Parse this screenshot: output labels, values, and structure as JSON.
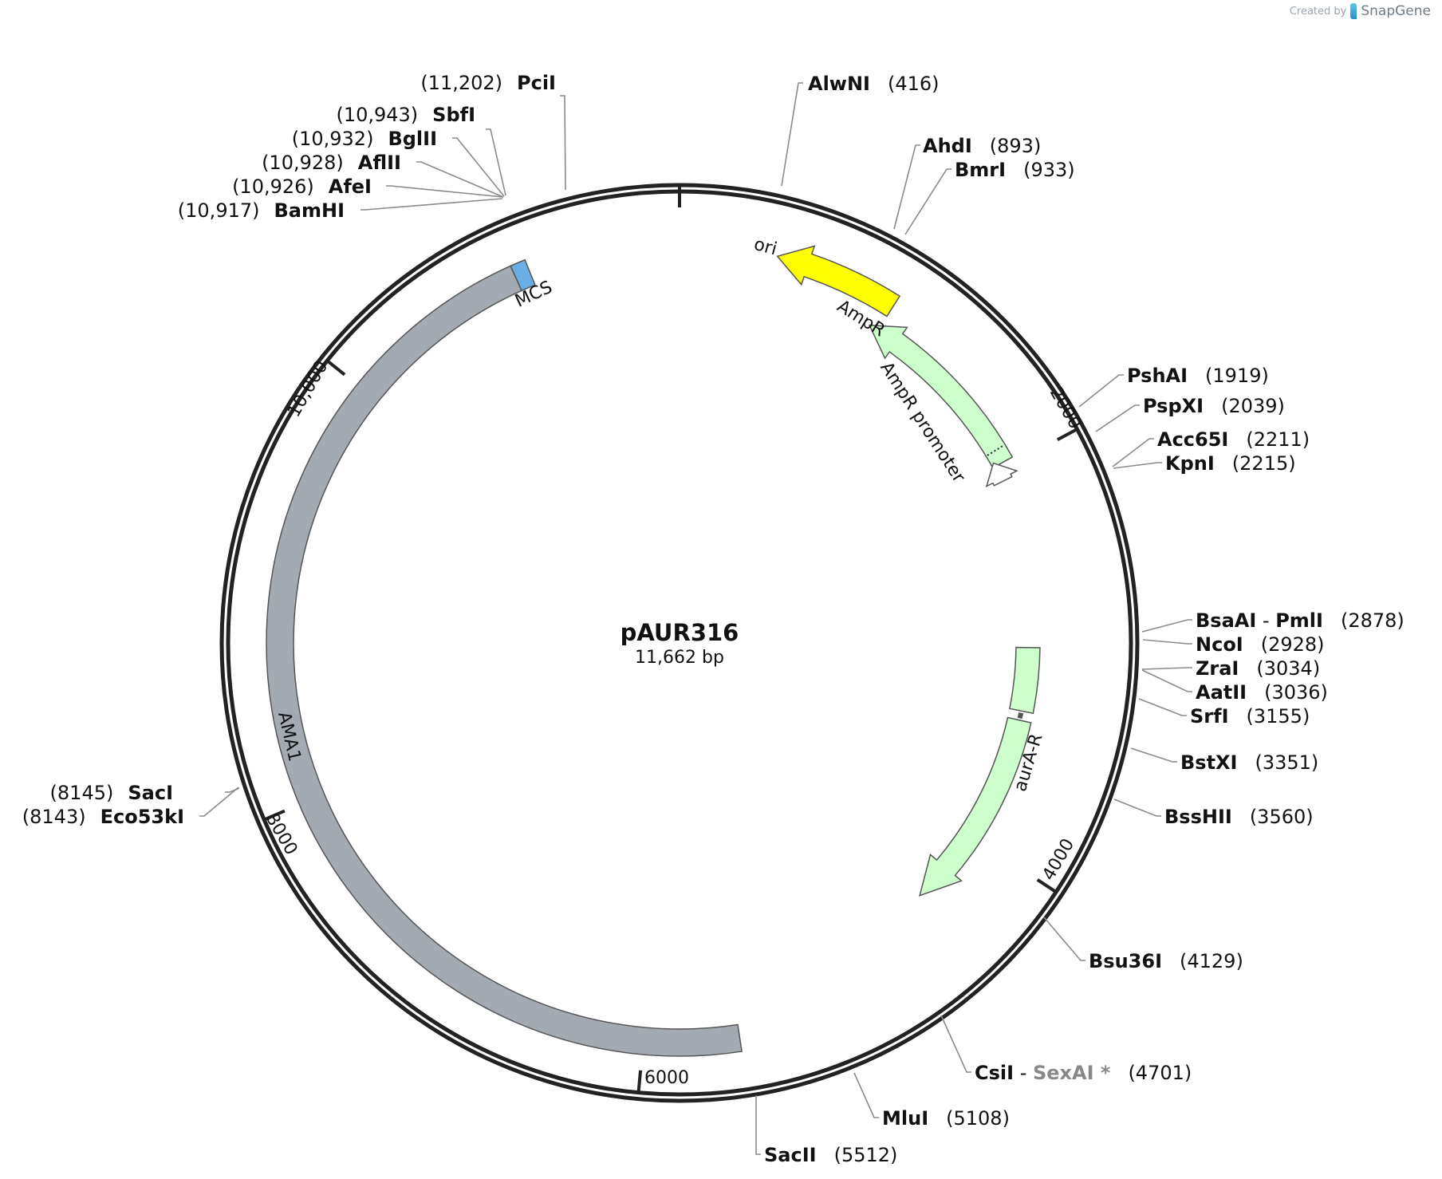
{
  "plasmid": {
    "name": "pAUR316",
    "length": "11,662 bp",
    "total_bp": 11662
  },
  "branding": {
    "created_by": "Created by",
    "product": "SnapGene",
    "logo_icon": "snapgene-logo-icon"
  },
  "colors": {
    "backbone": "#222222",
    "ori": "#ffff00",
    "ampr": "#ccffcc",
    "auraR": "#ccffcc",
    "ama1": "#a4aab2",
    "mcs": "#6aaee6",
    "connector": "#8a8a8a"
  },
  "ticks": [
    {
      "bp": 2000,
      "label": "2000"
    },
    {
      "bp": 4000,
      "label": "4000"
    },
    {
      "bp": 6000,
      "label": "6000"
    },
    {
      "bp": 8000,
      "label": "8000"
    },
    {
      "bp": 10000,
      "label": "10,000"
    }
  ],
  "features": [
    {
      "id": "ori",
      "label": "ori",
      "start": 1050,
      "end": 460,
      "strand": "-",
      "color": "#ffff00"
    },
    {
      "id": "ampr",
      "label": "AmpR",
      "start": 1970,
      "end": 1000,
      "strand": "-",
      "color": "#ccffcc"
    },
    {
      "id": "ampr-promoter",
      "label": "AmpR promoter",
      "start": 2055,
      "end": 1950,
      "strand": "-",
      "color": "#ffffff"
    },
    {
      "id": "aura-r-1",
      "label": "",
      "start": 2940,
      "end": 3280,
      "strand": "+",
      "color": "#ccffcc"
    },
    {
      "id": "aura-r-2",
      "label": "aurA-R",
      "start": 3330,
      "end": 4420,
      "strand": "+",
      "color": "#ccffcc"
    },
    {
      "id": "ama1",
      "label": "AMA1",
      "start": 5550,
      "end": 10880,
      "strand": "+",
      "color": "#a4aab2"
    },
    {
      "id": "mcs",
      "label": "MCS",
      "start": 10880,
      "end": 10950,
      "strand": "+",
      "color": "#6aaee6"
    }
  ],
  "enzymes": [
    {
      "name": "AlwNI",
      "pos": "(416)"
    },
    {
      "name": "AhdI",
      "pos": "(893)"
    },
    {
      "name": "BmrI",
      "pos": "(933)"
    },
    {
      "name": "PshAI",
      "pos": "(1919)"
    },
    {
      "name": "PspXI",
      "pos": "(2039)"
    },
    {
      "name": "Acc65I",
      "pos": "(2211)"
    },
    {
      "name": "KpnI",
      "pos": "(2215)"
    },
    {
      "name": "BsaAI",
      "name2": "PmlI",
      "pos": "(2878)"
    },
    {
      "name": "NcoI",
      "pos": "(2928)"
    },
    {
      "name": "ZraI",
      "pos": "(3034)"
    },
    {
      "name": "AatII",
      "pos": "(3036)"
    },
    {
      "name": "SrfI",
      "pos": "(3155)"
    },
    {
      "name": "BstXI",
      "pos": "(3351)"
    },
    {
      "name": "BssHII",
      "pos": "(3560)"
    },
    {
      "name": "Bsu36I",
      "pos": "(4129)"
    },
    {
      "name": "CsiI",
      "name2": "SexAI *",
      "pos": "(4701)"
    },
    {
      "name": "MluI",
      "pos": "(5108)"
    },
    {
      "name": "SacII",
      "pos": "(5512)"
    },
    {
      "name": "SacI",
      "pos": "(8145)"
    },
    {
      "name": "Eco53kI",
      "pos": "(8143)"
    },
    {
      "name": "BamHI",
      "pos": "(10,917)"
    },
    {
      "name": "AfeI",
      "pos": "(10,926)"
    },
    {
      "name": "AflII",
      "pos": "(10,928)"
    },
    {
      "name": "BglII",
      "pos": "(10,932)"
    },
    {
      "name": "SbfI",
      "pos": "(10,943)"
    },
    {
      "name": "PciI",
      "pos": "(11,202)"
    }
  ]
}
